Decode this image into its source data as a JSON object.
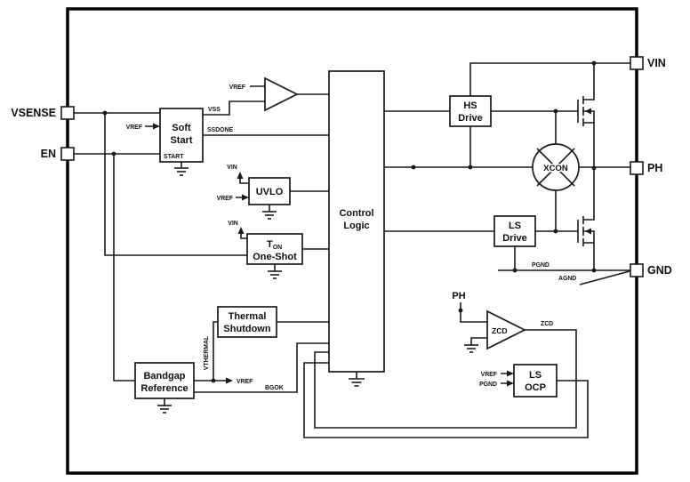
{
  "pins": {
    "vsense": "VSENSE",
    "en": "EN",
    "vin": "VIN",
    "ph": "PH",
    "gnd": "GND"
  },
  "blocks": {
    "soft_start": {
      "line1": "Soft",
      "line2": "Start",
      "start_label": "START"
    },
    "uvlo": {
      "label": "UVLO"
    },
    "ton_one_shot": {
      "t": "T",
      "sub": "ON",
      "line2": "One-Shot"
    },
    "control_logic": {
      "line1": "Control",
      "line2": "Logic"
    },
    "thermal_shutdown": {
      "line1": "Thermal",
      "line2": "Shutdown"
    },
    "bandgap_reference": {
      "line1": "Bandgap",
      "line2": "Reference"
    },
    "hs_drive": {
      "line1": "HS",
      "line2": "Drive"
    },
    "ls_drive": {
      "line1": "LS",
      "line2": "Drive"
    },
    "xcon": {
      "label": "XCON"
    },
    "zcd": {
      "label": "ZCD"
    },
    "ls_ocp": {
      "line1": "LS",
      "line2": "OCP"
    }
  },
  "signals": {
    "vref": "VREF",
    "vss": "VSS",
    "ssdone": "SSDONE",
    "vin": "VIN",
    "vthermal": "VTHERMAL",
    "bgok": "BGOK",
    "pgnd": "PGND",
    "agnd": "AGND",
    "ph": "PH",
    "zcd": "ZCD"
  },
  "colors": {
    "line": "#1a1a1a",
    "background": "#ffffff"
  }
}
